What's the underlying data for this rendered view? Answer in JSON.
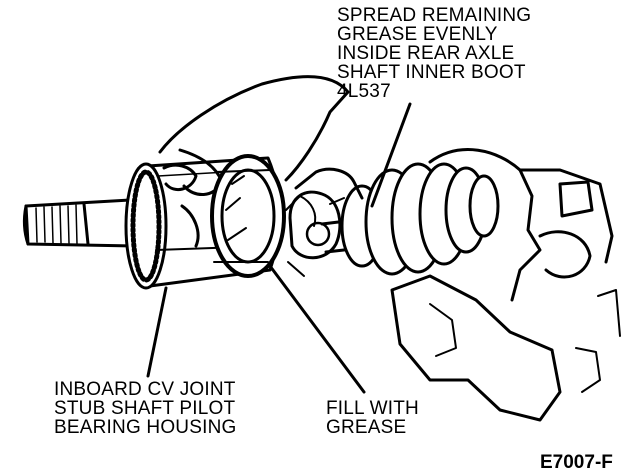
{
  "callouts": {
    "grease_boot": [
      "SPREAD REMAINING",
      "GREASE EVENLY",
      "INSIDE REAR AXLE",
      "SHAFT INNER BOOT",
      "4L537"
    ],
    "pilot_housing": [
      "INBOARD CV JOINT",
      "STUB SHAFT PILOT",
      "BEARING HOUSING"
    ],
    "fill": [
      "FILL WITH",
      "GREASE"
    ]
  },
  "figure_id": "E7007-F",
  "colors": {
    "ink": "#000000",
    "paper": "#ffffff"
  }
}
